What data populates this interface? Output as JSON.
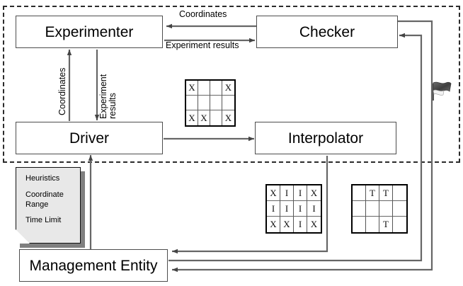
{
  "diagram": {
    "title": "Experimenter / Checker / Driver / Interpolator architecture",
    "zone_label": "dashed-boundary"
  },
  "nodes": {
    "experimenter": "Experimenter",
    "checker": "Checker",
    "driver": "Driver",
    "interpolator": "Interpolator",
    "management_entity": "Management Entity"
  },
  "edge_labels": {
    "coordinates_top": "Coordinates",
    "experiment_results_top": "Experiment results",
    "coordinates_vertical": "Coordinates",
    "experiment_results_vertical": "Experiment results"
  },
  "heuristics_doc": {
    "line1": "Heuristics",
    "line2": "Coordinate Range",
    "line3": "Time Limit"
  },
  "grids": [
    {
      "name": "grid-x-sparse",
      "cols": 4,
      "rows": 3,
      "cells": [
        [
          "X",
          "",
          "",
          "X"
        ],
        [
          "",
          "",
          "",
          ""
        ],
        [
          "X",
          "X",
          "",
          "X"
        ]
      ]
    },
    {
      "name": "grid-xi",
      "cols": 4,
      "rows": 3,
      "cells": [
        [
          "X",
          "I",
          "I",
          "X"
        ],
        [
          "I",
          "I",
          "I",
          "I"
        ],
        [
          "X",
          "X",
          "I",
          "X"
        ]
      ]
    },
    {
      "name": "grid-t",
      "cols": 4,
      "rows": 3,
      "cells": [
        [
          "",
          "T",
          "T",
          ""
        ],
        [
          "",
          "",
          "",
          ""
        ],
        [
          "",
          "",
          "T",
          ""
        ]
      ]
    }
  ],
  "icons": {
    "flag": "flag-icon"
  },
  "colors": {
    "stroke": "#4d4d4d",
    "arrow": "#555555",
    "dashed_border": "#2b2b2b",
    "doc_fill": "#e8e8e8",
    "doc_shadow": "#808080",
    "grid_border": "#000000",
    "flag": "#4a4a4a"
  }
}
